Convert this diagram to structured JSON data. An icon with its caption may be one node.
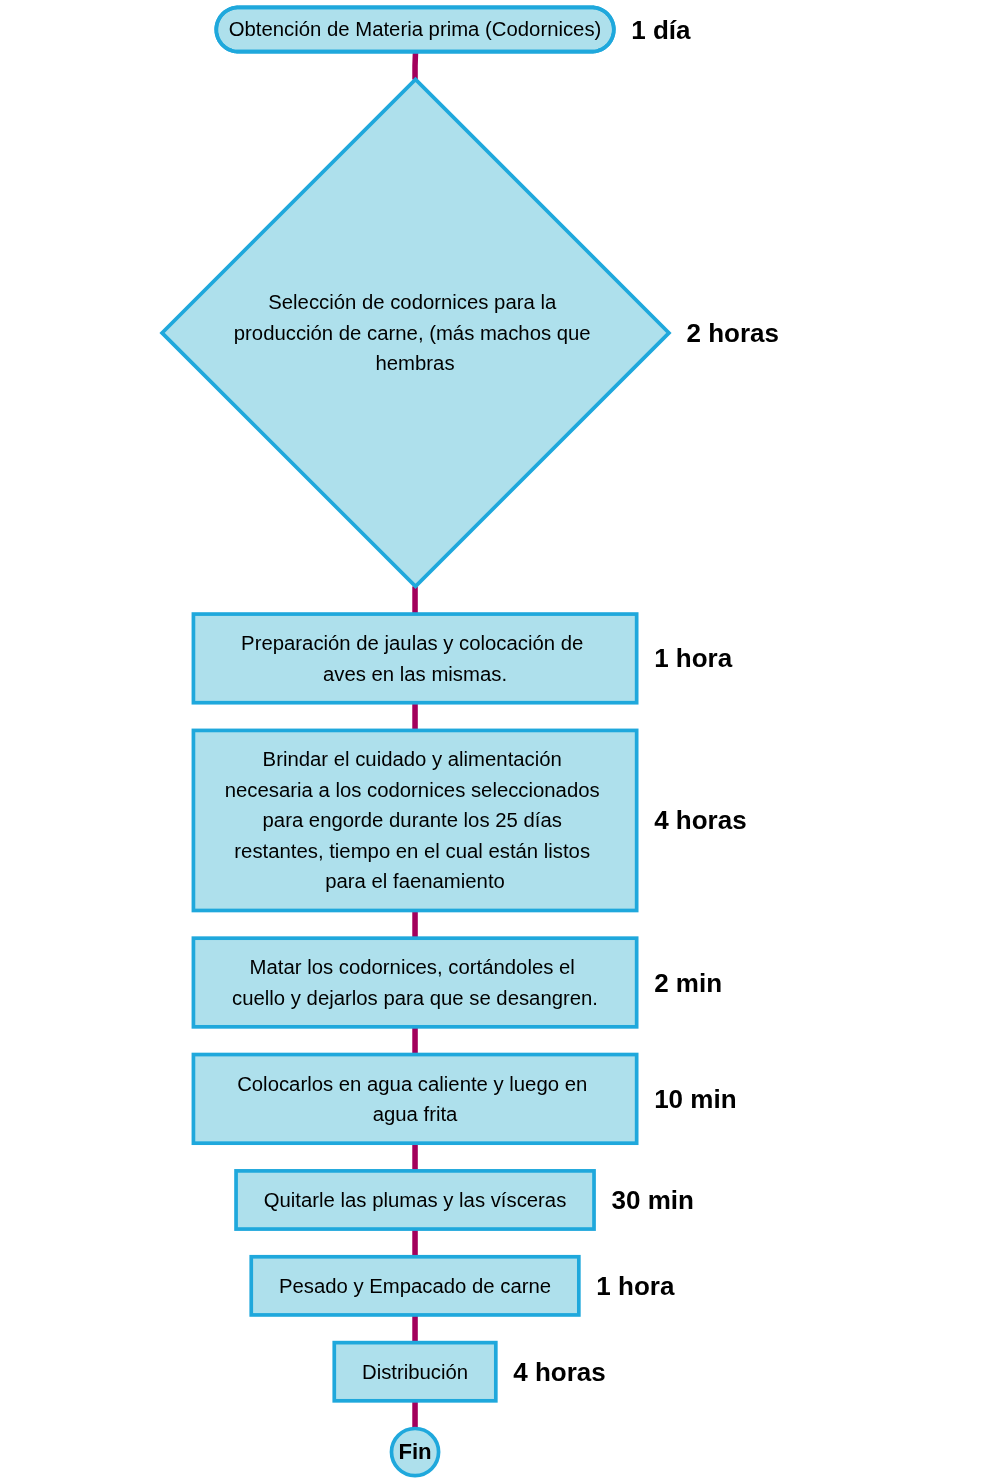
{
  "diagram": {
    "nodes": [
      {
        "text": [
          "Obtención de Materia prima (Codornices)"
        ],
        "beside": [
          "1 día"
        ]
      },
      {
        "text": [
          "Selección de codornices para la producción de carne, (más machos que hembras"
        ],
        "beside": [
          "2 horas"
        ]
      },
      {
        "text": [
          "Preparación de jaulas y colocación de aves en las mismas."
        ],
        "beside": [
          "1 hora"
        ]
      },
      {
        "text": [
          "Brindar el cuidado y alimentación necesaria a los codornices seleccionados para engorde durante los 25 días restantes, tiempo en el cual están listos para el faenamiento"
        ],
        "beside": [
          "4 horas"
        ]
      },
      {
        "text": [
          "Matar los codornices, cortándoles el cuello y dejarlos para que se desangren."
        ],
        "beside": [
          "2 min"
        ]
      },
      {
        "text": [
          "Colocarlos en agua caliente y luego en agua frita"
        ],
        "beside": [
          "10 min"
        ]
      },
      {
        "text": [
          "Quitarle las plumas y las vísceras"
        ],
        "beside": [
          "30 min"
        ]
      },
      {
        "text": [
          "Pesado y Empacado de carne"
        ],
        "beside": [
          "1 hora"
        ]
      },
      {
        "text": [
          "Distribución"
        ],
        "beside": [
          "4 horas"
        ]
      },
      {
        "text": [
          "Fin"
        ]
      }
    ],
    "edges": [
      {
        "from": 0,
        "to": 1,
        "arrow": "none"
      },
      {
        "from": 1,
        "to": 2,
        "arrow": "none"
      },
      {
        "from": 2,
        "to": 3,
        "arrow": "none"
      },
      {
        "from": 3,
        "to": 4,
        "arrow": "none"
      },
      {
        "from": 4,
        "to": 5,
        "arrow": "none"
      },
      {
        "from": 5,
        "to": 6,
        "arrow": "none"
      },
      {
        "from": 6,
        "to": 7,
        "arrow": "none"
      },
      {
        "from": 7,
        "to": 8,
        "arrow": "none"
      },
      {
        "from": 8,
        "to": 9,
        "arrow": "none"
      }
    ]
  }
}
